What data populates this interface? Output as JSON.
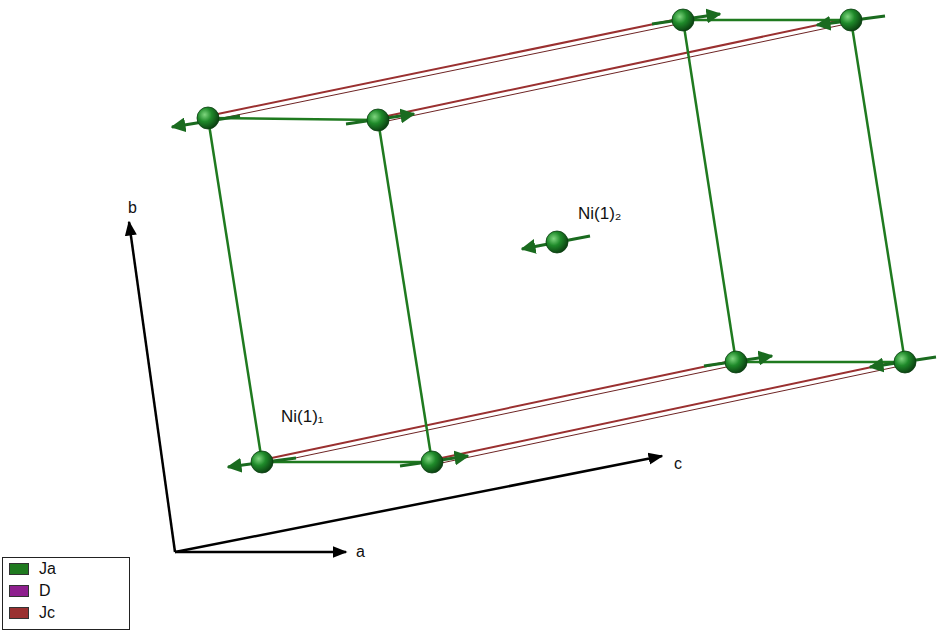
{
  "diagram": {
    "labels": [
      "Ni(1)₂",
      "Ni(1)₁",
      "b",
      "c",
      "a"
    ],
    "legend": [
      {
        "text": "Ja",
        "color": "#1f7a1f"
      },
      {
        "text": "D",
        "color": "#8e1f8e"
      },
      {
        "text": "Jc",
        "color": "#9a3030"
      }
    ]
  }
}
